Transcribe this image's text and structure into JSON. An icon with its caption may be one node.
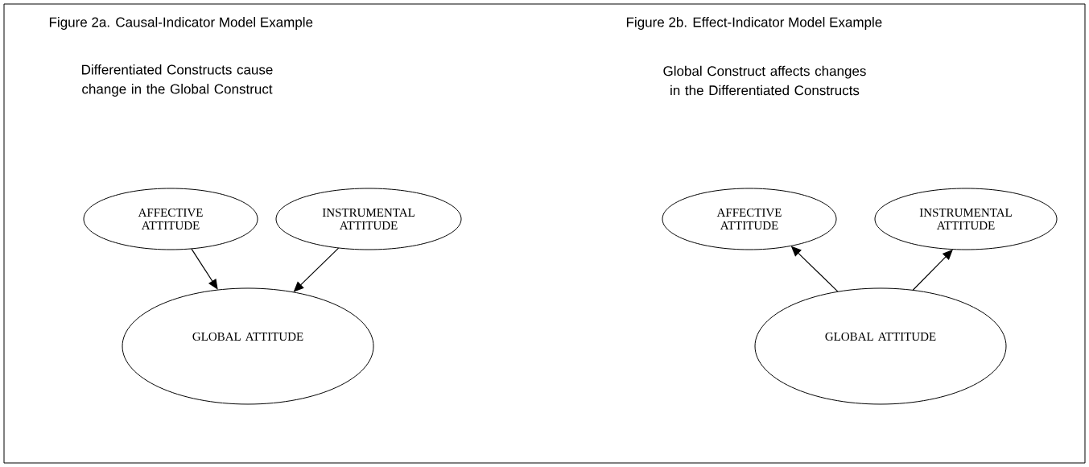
{
  "diagram": {
    "nodes": [
      {
        "text": [
          "AFFECTIVE ATTITUDE"
        ]
      },
      {
        "text": [
          "INSTRUMENTAL ATTITUDE"
        ]
      },
      {
        "text": [
          "GLOBAL ATTITUDE"
        ]
      },
      {
        "text": [
          "AFFECTIVE ATTITUDE"
        ]
      },
      {
        "text": [
          "INSTRUMENTAL ATTITUDE"
        ]
      },
      {
        "text": [
          "GLOBAL ATTITUDE"
        ]
      }
    ],
    "edges": [
      {
        "from": 0,
        "to": 2,
        "arrow": "to"
      },
      {
        "from": 1,
        "to": 2,
        "arrow": "to"
      },
      {
        "from": 5,
        "to": 3,
        "arrow": "to"
      },
      {
        "from": 5,
        "to": 4,
        "arrow": "to"
      }
    ],
    "labels": [
      "Figure 2a. Causal-Indicator Model Example",
      "Figure 2b. Effect-Indicator Model Example",
      "Differentiated Constructs cause change in the Global Construct",
      "Global Construct affects changes in the Differentiated Constructs"
    ]
  }
}
